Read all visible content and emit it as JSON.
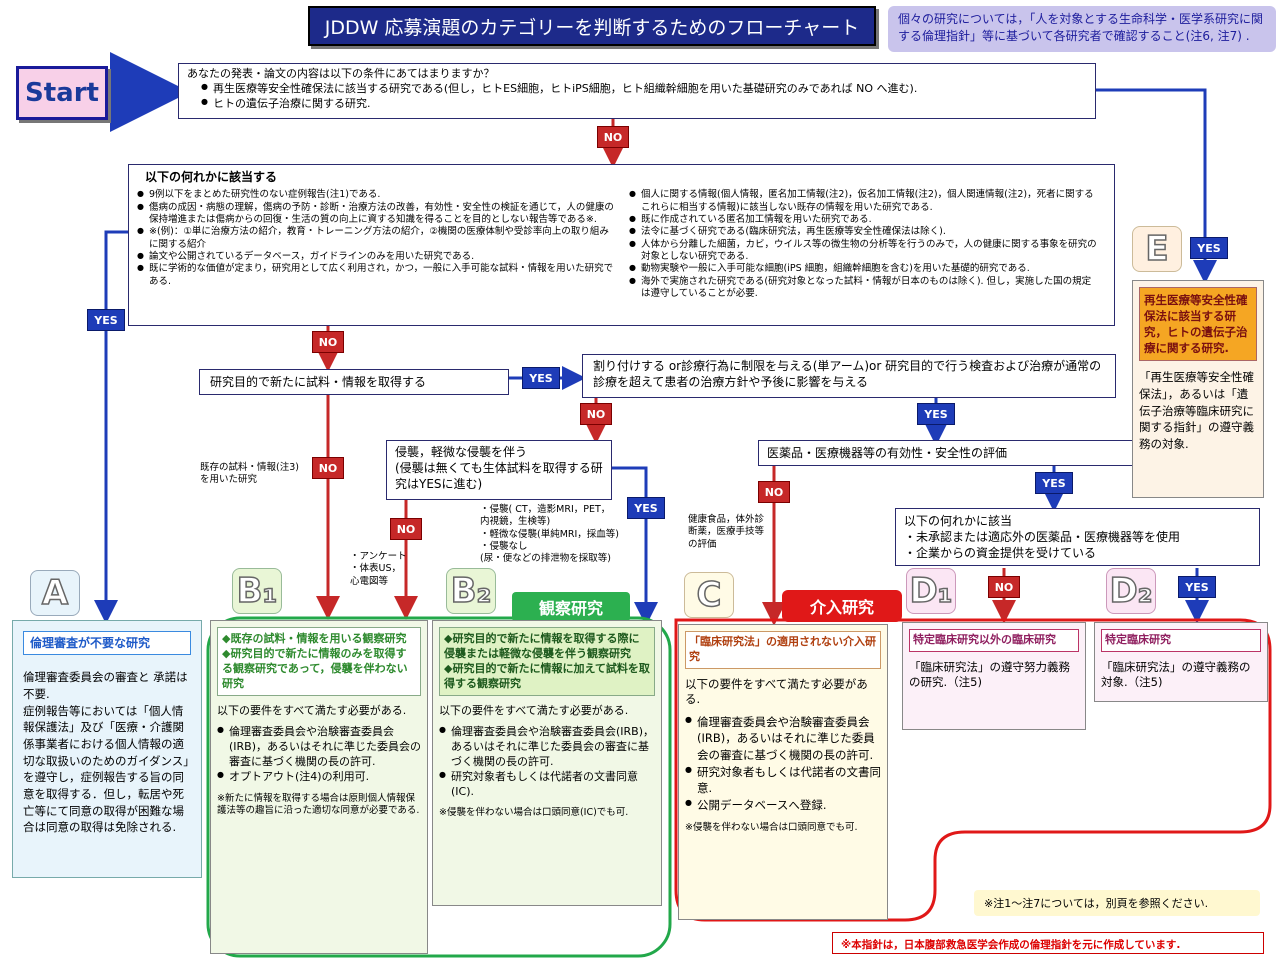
{
  "title": "JDDW 応募演題のカテゴリーを判断するためのフローチャート",
  "top_note": "個々の研究については，「人を対象とする生命科学・医学系研究に関する倫理指針」等に基づいて各研究者で確認すること(注6, 注7) .",
  "start_label": "Start",
  "q1": {
    "question": "あなたの発表・論文の内容は以下の条件にあてはまりますか？",
    "items": [
      "再生医療等安全性確保法に該当する研究である(但し，ヒトES細胞，ヒトiPS細胞，ヒト組織幹細胞を用いた基礎研究のみであれば NO へ進む).",
      "ヒトの遺伝子治療に関する研究."
    ]
  },
  "labels": {
    "no": "NO",
    "yes": "YES"
  },
  "q2": {
    "heading": "以下の何れかに該当する",
    "left_items": [
      "9例以下をまとめた研究性のない症例報告(注1)である.",
      "傷病の成因・病態の理解，傷病の予防・診断・治療方法の改善，有効性・安全性の検証を通じて，人の健康の保持増進または傷病からの回復・生活の質の向上に資する知識を得ることを目的としない報告等である※.",
      "論文や公開されているデータベース，ガイドラインのみを用いた研究である.",
      "既に学術的な価値が定まり，研究用として広く利用され，かつ，一般に入手可能な試料・情報を用いた研究である."
    ],
    "left_note": "※(例)：①単に治療方法の紹介，教育・トレーニング方法の紹介，②機関の医療体制や受診率向上の取り組みに関する紹介",
    "right_items": [
      "個人に関する情報(個人情報，匿名加工情報(注2)，仮名加工情報(注2)，個人関連情報(注2)，死者に関するこれらに相当する情報)に該当しない既存の情報を用いた研究である.",
      "既に作成されている匿名加工情報を用いた研究である.",
      "法令に基づく研究である(臨床研究法，再生医療等安全性確保法は除く).",
      "人体から分離した細菌，カビ，ウイルス等の微生物の分析等を行うのみで，人の健康に関する事象を研究の対象としない研究である.",
      "動物実験や一般に入手可能な細胞(iPS 細胞，組織幹細胞を含む)を用いた基礎的研究である.",
      "海外で実施された研究である(研究対象となった試料・情報が日本のものは除く). 但し，実施した国の規定は遵守していることが必要."
    ]
  },
  "q3": "研究目的で新たに試料・情報を取得する",
  "q4": "割り付けする or診療行為に制限を与える(単アーム)or 研究目的で行う検査および治療が通常の診療を超えて患者の治療方針や予後に影響を与える",
  "q5": "侵襲，軽微な侵襲を伴う\n(侵襲は無くても生体試料を取得する研究はYESに進む)",
  "q6": "医薬品・医療機器等の有効性・安全性の評価",
  "q7": {
    "heading": "以下の何れかに該当",
    "items": [
      "・未承認または適応外の医薬品・医療機器等を使用",
      "・企業からの資金提供を受けている"
    ]
  },
  "notes": {
    "existing": "既存の試料・情報(注3)を用いた研究",
    "anquete": "・アンケート\n・体表US，\n  心電図等",
    "invasive": "・侵襲( CT，造影MRI，PET，\n  内視鏡，生検等)\n・軽微な侵襲(単純MRI，採血等)\n・侵襲なし\n  (尿・便などの排泄物を採取等)",
    "health": "健康食品，体外診断薬，医療手技等の評価"
  },
  "groups": {
    "observational": "観察研究",
    "interventional": "介入研究"
  },
  "categories": {
    "A": {
      "letter": "A",
      "head": "倫理審査が不要な研究",
      "body": "倫理審査委員会の審査と 承諾は不要.\n症例報告等においては「個人情報保護法」及び「医療・介護関係事業者における個人情報の適切な取扱いのためのガイダンス」を遵守し，症例報告する旨の同意を取得する．但し，転居や死亡等にて同意の取得が困難な場合は同意の取得は免除される."
    },
    "B1": {
      "letter": "B₁",
      "head_items": [
        "◆既存の試料・情報を用いる観察研究",
        "◆研究目的で新たに情報のみを取得する観察研究であって，侵襲を伴わない研究"
      ],
      "req": "以下の要件をすべて満たす必要がある.",
      "items": [
        "倫理審査委員会や治験審査委員会(IRB)，あるいはそれに準じた委員会の審査に基づく機関の長の許可.",
        "オプトアウト(注4)の利用可."
      ],
      "note": "※新たに情報を取得する場合は原則個人情報保護法等の趣旨に沿った適切な同意が必要である."
    },
    "B2": {
      "letter": "B₂",
      "head_items": [
        "◆研究目的で新たに情報を取得する際に侵襲または軽微な侵襲を伴う観察研究",
        "◆研究目的で新たに情報に加えて試料を取得する観察研究"
      ],
      "req": "以下の要件をすべて満たす必要がある.",
      "items": [
        "倫理審査委員会や治験審査委員会(IRB)，あるいはそれに準じた委員会の審査に基づく機関の長の許可.",
        "研究対象者もしくは代諾者の文書同意(IC)."
      ],
      "note": "※侵襲を伴わない場合は口頭同意(IC)でも可."
    },
    "C": {
      "letter": "C",
      "head": "「臨床研究法」の適用されない介入研究",
      "req": "以下の要件をすべて満たす必要がある.",
      "items": [
        "倫理審査委員会や治験審査委員会(IRB)，あるいはそれに準じた委員会の審査に基づく機関の長の許可.",
        "研究対象者もしくは代諾者の文書同意.",
        "公開データベースへ登録."
      ],
      "note": "※侵襲を伴わない場合は口頭同意でも可."
    },
    "D1": {
      "letter": "D₁",
      "head": "特定臨床研究以外の臨床研究",
      "body": "「臨床研究法」の遵守努力義務の研究.（注5)"
    },
    "D2": {
      "letter": "D₂",
      "head": "特定臨床研究",
      "body": "「臨床研究法」の遵守義務の対象.（注5)"
    },
    "E": {
      "letter": "E",
      "head": "再生医療等安全性確保法に該当する研究，ヒトの遺伝子治療に関する研究.",
      "body": "「再生医療等安全性確保法」，あるいは「遺伝子治療等臨床研究に関する指針」の遵守義務の対象."
    }
  },
  "footer_note1": "※注1～注7については，別頁を参照ください.",
  "footer_note2": "※本指針は，日本腹部救急医学会作成の倫理指針を元に作成しています."
}
